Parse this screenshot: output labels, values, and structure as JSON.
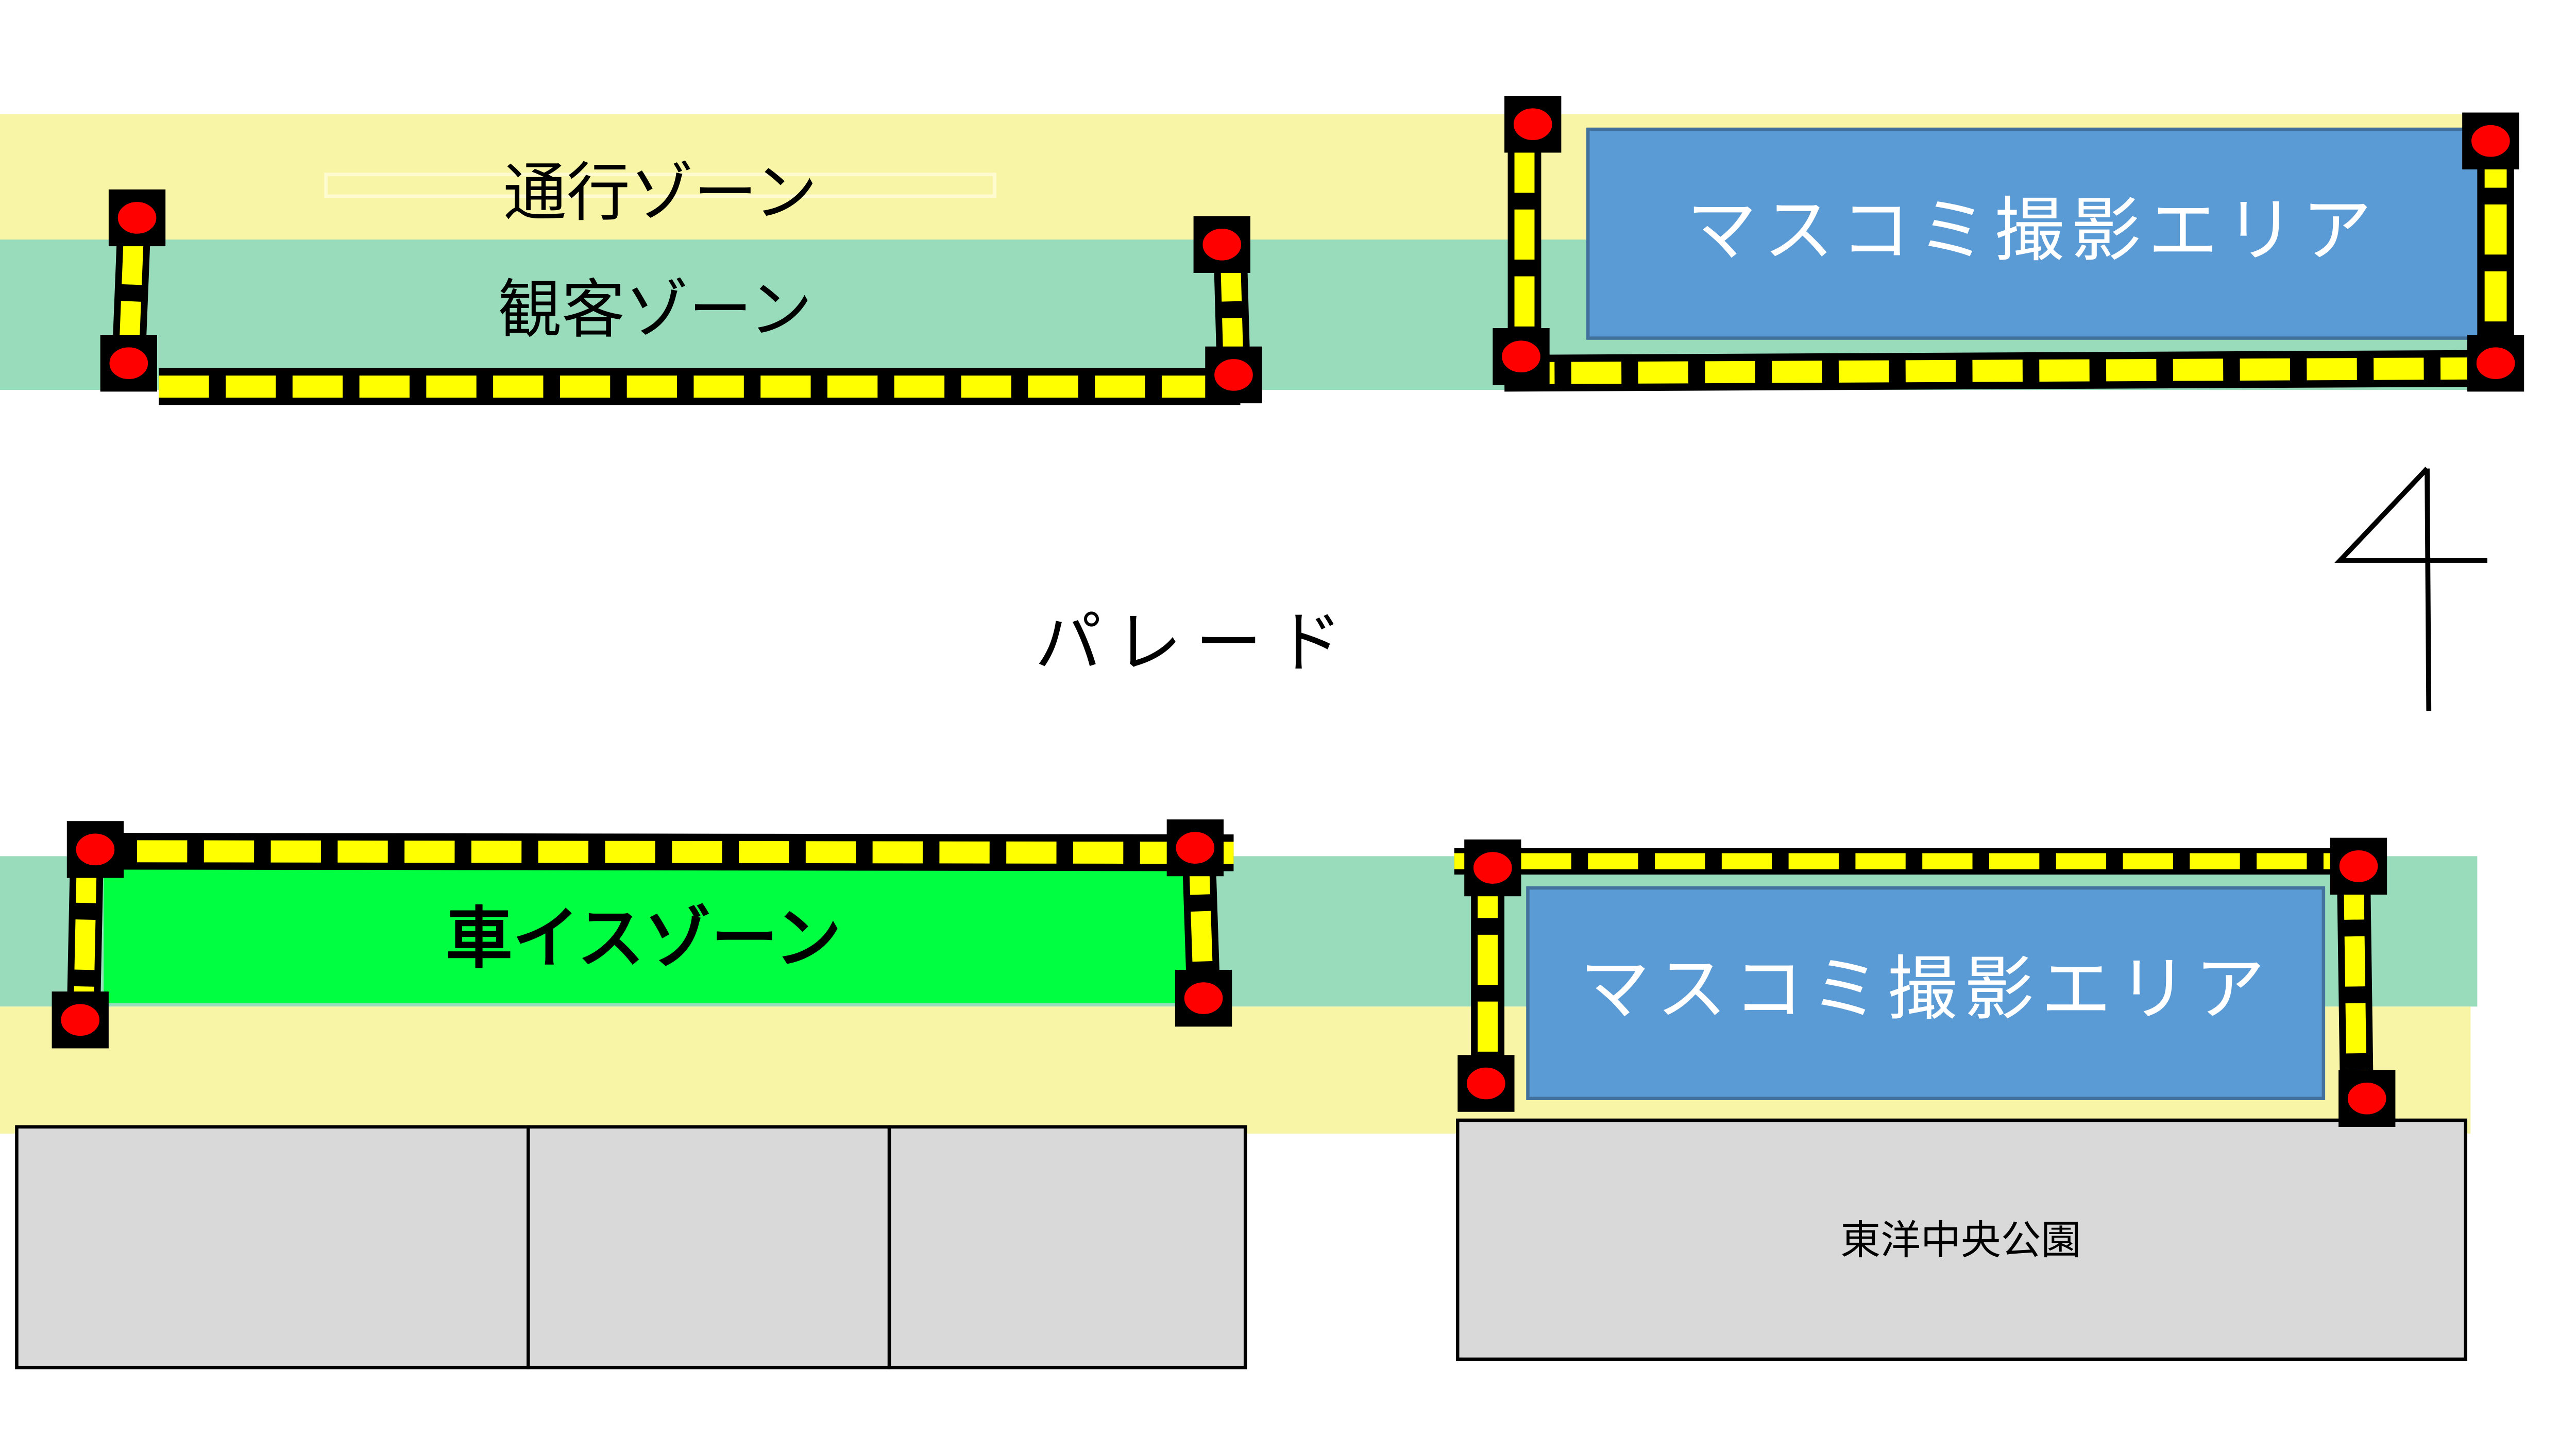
{
  "top_left": {
    "traffic_zone_label": "通行ゾーン",
    "spectator_zone_label": "観客ゾーン"
  },
  "top_right": {
    "press_area_label": "マスコミ撮影エリア"
  },
  "center": {
    "parade_label": "パレード",
    "handwritten_mark": "4"
  },
  "bottom_left": {
    "wheelchair_zone_label": "車イスゾーン"
  },
  "bottom_right": {
    "press_area_label": "マスコミ撮影エリア",
    "park_label": "東洋中央公園"
  },
  "colors": {
    "traffic_zone": "#f8f6a6",
    "spectator_zone": "#98dcbc",
    "press_area": "#5b9bd5",
    "wheelchair_zone": "#00ff40",
    "building": "#d9d9d9",
    "barrier_yellow": "#ffff00",
    "barrier_black": "#000000",
    "lamp_red": "#ff0000"
  }
}
